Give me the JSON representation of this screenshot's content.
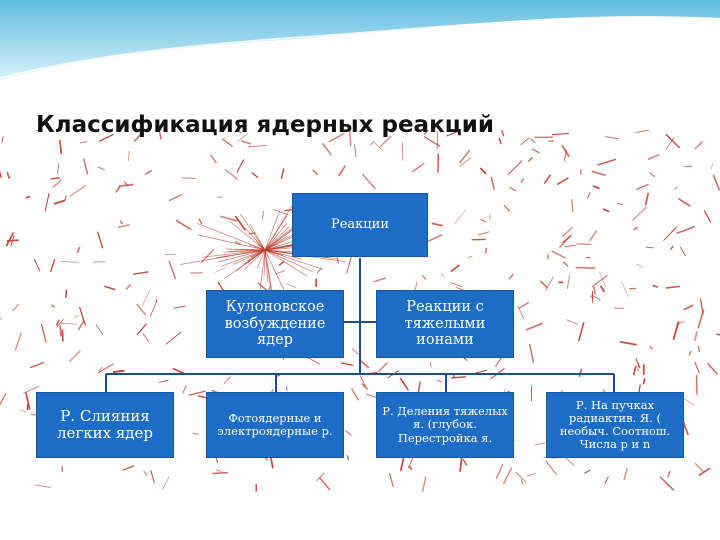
{
  "slide": {
    "title": "Классификация ядерных реакций"
  },
  "diagram": {
    "root": "Реакции",
    "level2": [
      "Кулоновское возбуждение ядер",
      "Реакции с тяжелыми ионами"
    ],
    "level3": [
      "Р. Слияния легких ядер",
      "Фотоядерные и электроядерные р.",
      "Р. Деления тяжелых я. (глубок. Перестройка я.",
      "Р. На пучках радиактив. Я. ( необыч. Соотнош. Числа p и n"
    ]
  },
  "colors": {
    "box_fill": "#1d6cc6",
    "box_text": "#ffffff",
    "connector": "#1d4e8c",
    "scribble": "#c0392b",
    "wave_top": "#8fd3ec"
  }
}
